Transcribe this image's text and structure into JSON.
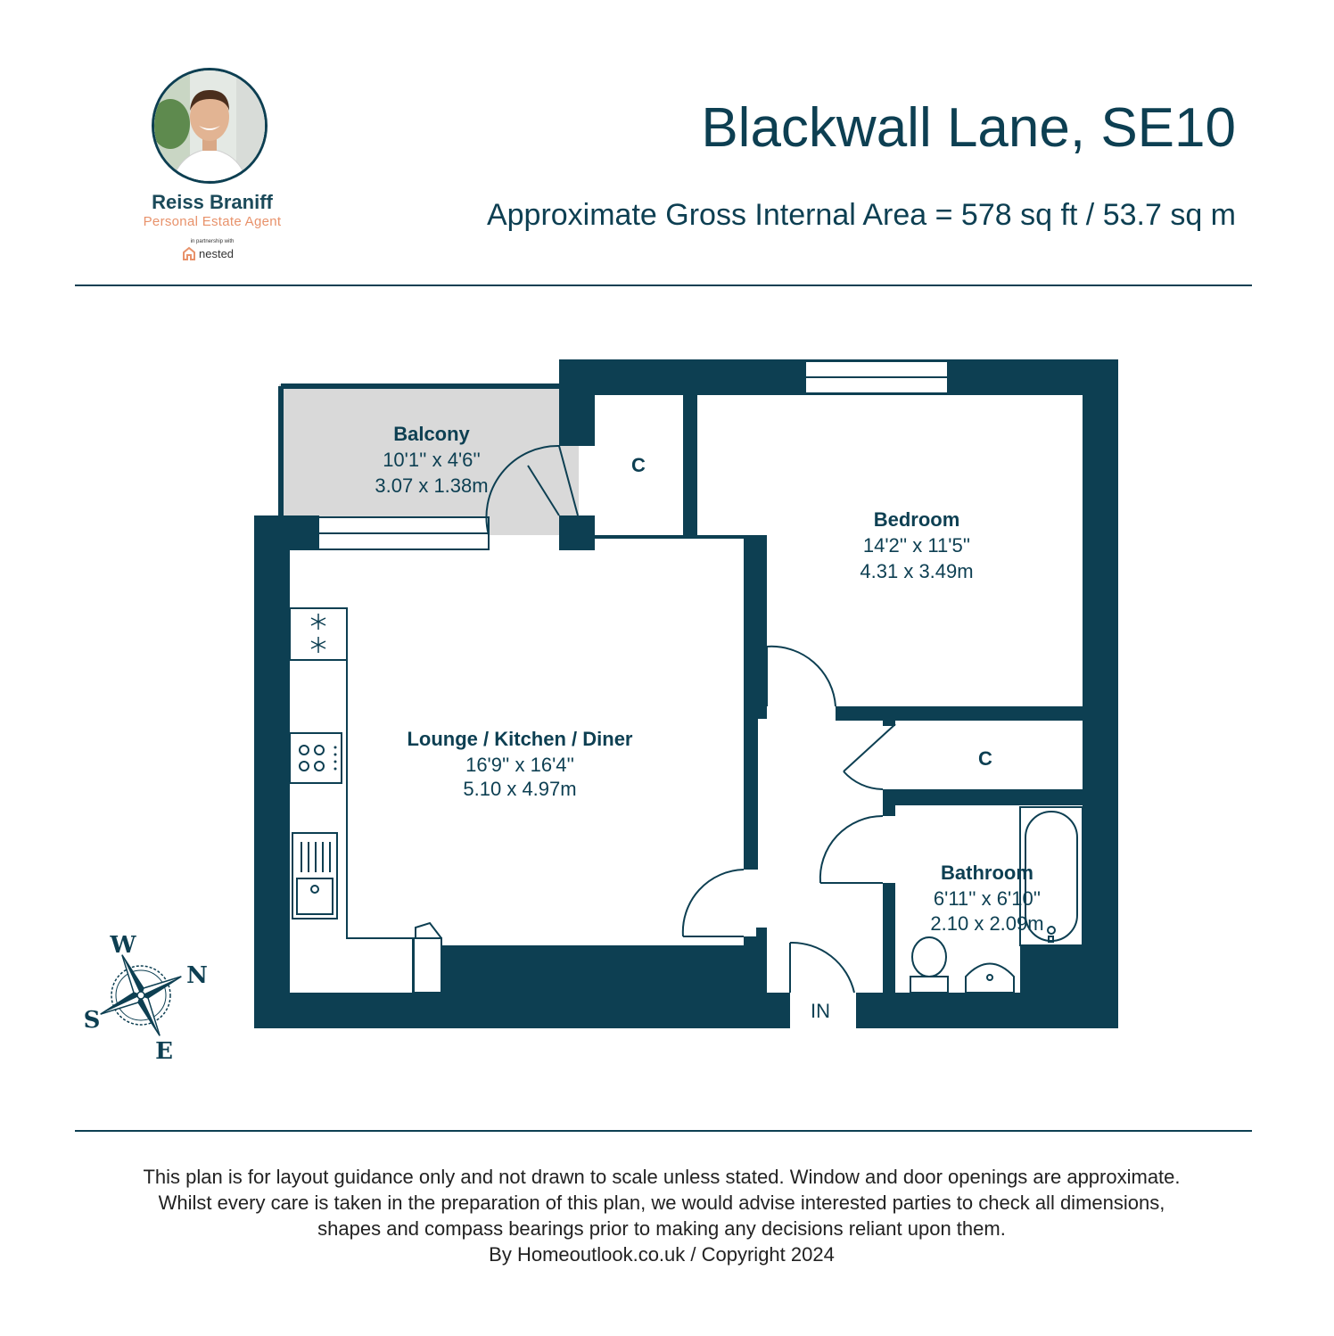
{
  "header": {
    "title": "Blackwall Lane, SE10",
    "area": "Approximate Gross Internal Area = 578 sq ft / 53.7 sq m"
  },
  "agent": {
    "name": "Reiss Braniff",
    "role": "Personal Estate Agent",
    "partner_note": "in partnership with",
    "partner_name": "nested"
  },
  "rooms": {
    "balcony": {
      "name": "Balcony",
      "imperial": "10'1'' x 4'6''",
      "metric": "3.07 x 1.38m"
    },
    "bedroom": {
      "name": "Bedroom",
      "imperial": "14'2'' x 11'5''",
      "metric": "4.31 x 3.49m"
    },
    "lounge": {
      "name": "Lounge / Kitchen / Diner",
      "imperial": "16'9'' x 16'4''",
      "metric": "5.10 x 4.97m"
    },
    "bathroom": {
      "name": "Bathroom",
      "imperial": "6'11'' x 6'10''",
      "metric": "2.10 x 2.09m"
    },
    "cupboard_top": "C",
    "cupboard_hall": "C",
    "entrance": "IN"
  },
  "compass": {
    "w": "W",
    "n": "N",
    "s": "S",
    "e": "E"
  },
  "disclaimer": {
    "line1": "This plan is for layout guidance only and not drawn to scale unless stated. Window and door openings are approximate.",
    "line2": "Whilst every care is taken in the preparation of this plan, we would advise interested parties to check all dimensions,",
    "line3": "shapes and compass bearings prior to making any decisions reliant upon them.",
    "line4": "By Homeoutlook.co.uk / Copyright 2024"
  },
  "colors": {
    "wall": "#0d3f52",
    "balcony_fill": "#d9d9d9",
    "agent_role": "#e8926b",
    "background": "#ffffff"
  }
}
